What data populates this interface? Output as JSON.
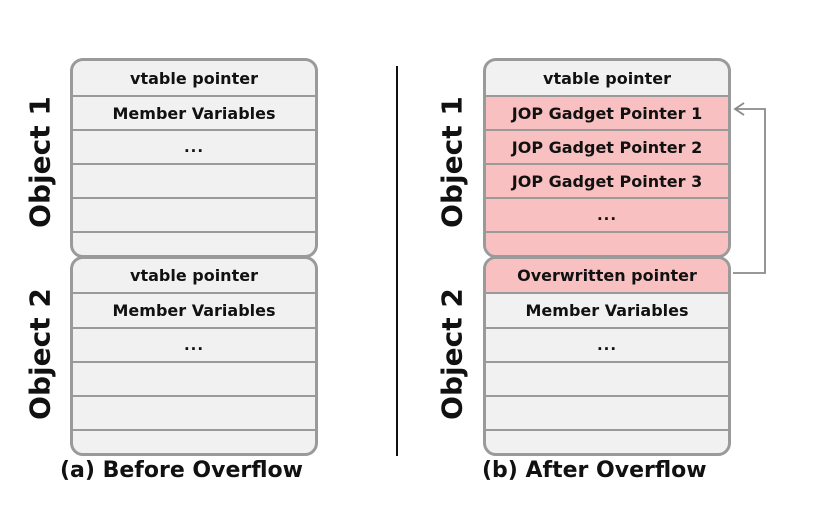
{
  "left": {
    "caption": "(a) Before Overflow",
    "object1": {
      "label": "Object 1",
      "rows": [
        "vtable pointer",
        "Member Variables",
        "...",
        "",
        "",
        ""
      ]
    },
    "object2": {
      "label": "Object 2",
      "rows": [
        "vtable pointer",
        "Member Variables",
        "...",
        "",
        "",
        ""
      ]
    }
  },
  "right": {
    "caption": "(b) After Overflow",
    "object1": {
      "label": "Object 1",
      "rows": [
        "vtable pointer",
        "JOP Gadget Pointer 1",
        "JOP Gadget Pointer 2",
        "JOP Gadget Pointer 3",
        "...",
        ""
      ]
    },
    "object2": {
      "label": "Object 2",
      "rows": [
        "Overwritten pointer",
        "Member Variables",
        "...",
        "",
        "",
        ""
      ]
    }
  },
  "colors": {
    "cell_fill": "#f1f1f1",
    "overwritten_fill": "#f8c0c0",
    "border": "#9a9a9a",
    "arrow": "#8a8a8a"
  }
}
